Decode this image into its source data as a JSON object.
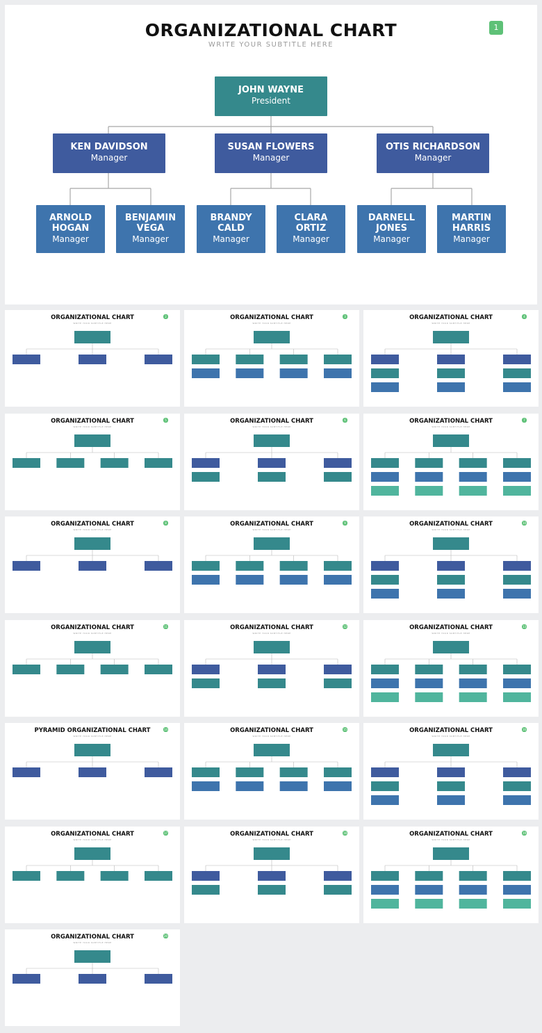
{
  "hero": {
    "title": "ORGANIZATIONAL CHART",
    "subtitle": "WRITE YOUR SUBTITLE HERE",
    "page_number": "1",
    "top": {
      "name": "JOHN WAYNE",
      "role": "President"
    },
    "managers": [
      {
        "name": "KEN DAVIDSON",
        "role": "Manager"
      },
      {
        "name": "SUSAN FLOWERS",
        "role": "Manager"
      },
      {
        "name": "OTIS RICHARDSON",
        "role": "Manager"
      }
    ],
    "staff": [
      {
        "name1": "ARNOLD",
        "name2": "HOGAN",
        "role": "Manager"
      },
      {
        "name1": "BENJAMIN",
        "name2": "VEGA",
        "role": "Manager"
      },
      {
        "name1": "BRANDY",
        "name2": "CALD",
        "role": "Manager"
      },
      {
        "name1": "CLARA",
        "name2": "ORTIZ",
        "role": "Manager"
      },
      {
        "name1": "DARNELL",
        "name2": "JONES",
        "role": "Manager"
      },
      {
        "name1": "MARTIN",
        "name2": "HARRIS",
        "role": "Manager"
      }
    ]
  },
  "colors": {
    "teal": "#35898c",
    "navy": "#3f5b9e",
    "blue": "#3e74ad",
    "green": "#50b59d",
    "badge": "#5ec177"
  },
  "thumbnails": [
    {
      "title": "ORGANIZATIONAL CHART",
      "subtitle": "WRITE YOUR SUBTITLE HERE",
      "page": "2"
    },
    {
      "title": "ORGANIZATIONAL CHART",
      "subtitle": "WRITE YOUR SUBTITLE HERE",
      "page": "3"
    },
    {
      "title": "ORGANIZATIONAL CHART",
      "subtitle": "WRITE YOUR SUBTITLE HERE",
      "page": "4"
    },
    {
      "title": "ORGANIZATIONAL CHART",
      "subtitle": "WRITE YOUR SUBTITLE HERE",
      "page": "5"
    },
    {
      "title": "ORGANIZATIONAL CHART",
      "subtitle": "WRITE YOUR SUBTITLE HERE",
      "page": "6"
    },
    {
      "title": "ORGANIZATIONAL CHART",
      "subtitle": "WRITE YOUR SUBTITLE HERE",
      "page": "7"
    },
    {
      "title": "ORGANIZATIONAL CHART",
      "subtitle": "WRITE YOUR SUBTITLE HERE",
      "page": "8"
    },
    {
      "title": "ORGANIZATIONAL CHART",
      "subtitle": "WRITE YOUR SUBTITLE HERE",
      "page": "9"
    },
    {
      "title": "ORGANIZATIONAL CHART",
      "subtitle": "WRITE YOUR SUBTITLE HERE",
      "page": "10"
    },
    {
      "title": "ORGANIZATIONAL CHART",
      "subtitle": "WRITE YOUR SUBTITLE HERE",
      "page": "11"
    },
    {
      "title": "ORGANIZATIONAL CHART",
      "subtitle": "WRITE YOUR SUBTITLE HERE",
      "page": "12"
    },
    {
      "title": "ORGANIZATIONAL CHART",
      "subtitle": "WRITE YOUR SUBTITLE HERE",
      "page": "13"
    },
    {
      "title": "PYRAMID ORGANIZATIONAL CHART",
      "subtitle": "WRITE YOUR SUBTITLE HERE",
      "page": "14"
    },
    {
      "title": "ORGANIZATIONAL CHART",
      "subtitle": "WRITE YOUR SUBTITLE HERE",
      "page": "15"
    },
    {
      "title": "ORGANIZATIONAL CHART",
      "subtitle": "WRITE YOUR SUBTITLE HERE",
      "page": "16"
    },
    {
      "title": "ORGANIZATIONAL CHART",
      "subtitle": "WRITE YOUR SUBTITLE HERE",
      "page": "17"
    },
    {
      "title": "ORGANIZATIONAL CHART",
      "subtitle": "WRITE YOUR SUBTITLE HERE",
      "page": "18"
    },
    {
      "title": "ORGANIZATIONAL CHART",
      "subtitle": "WRITE YOUR SUBTITLE HERE",
      "page": "19"
    },
    {
      "title": "ORGANIZATIONAL CHART",
      "subtitle": "WRITE YOUR SUBTITLE HERE",
      "page": "20"
    }
  ]
}
